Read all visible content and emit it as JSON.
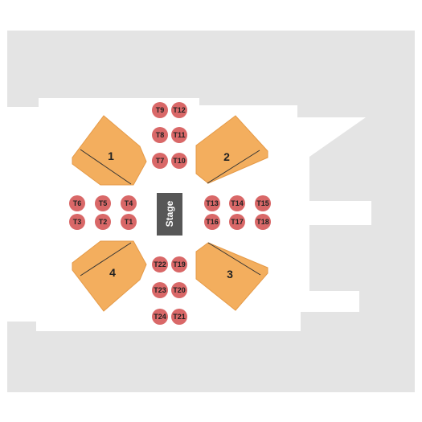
{
  "colors": {
    "background": "#ffffff",
    "venue_gray": "#e4e4e4",
    "floor": "#ffffff",
    "section_fill": "#f3ae5e",
    "section_stroke": "#d58a3a",
    "table_fill": "#d96868",
    "stage_fill": "#575757",
    "label": "#222222"
  },
  "stage": {
    "label": "Stage"
  },
  "sections": [
    {
      "id": "1",
      "label": "1"
    },
    {
      "id": "2",
      "label": "2"
    },
    {
      "id": "3",
      "label": "3"
    },
    {
      "id": "4",
      "label": "4"
    }
  ],
  "tables": [
    {
      "label": "T9"
    },
    {
      "label": "T12"
    },
    {
      "label": "T8"
    },
    {
      "label": "T11"
    },
    {
      "label": "T7"
    },
    {
      "label": "T10"
    },
    {
      "label": "T6"
    },
    {
      "label": "T5"
    },
    {
      "label": "T4"
    },
    {
      "label": "T3"
    },
    {
      "label": "T2"
    },
    {
      "label": "T1"
    },
    {
      "label": "T13"
    },
    {
      "label": "T14"
    },
    {
      "label": "T15"
    },
    {
      "label": "T16"
    },
    {
      "label": "T17"
    },
    {
      "label": "T18"
    },
    {
      "label": "T22"
    },
    {
      "label": "T19"
    },
    {
      "label": "T23"
    },
    {
      "label": "T20"
    },
    {
      "label": "T24"
    },
    {
      "label": "T21"
    }
  ]
}
